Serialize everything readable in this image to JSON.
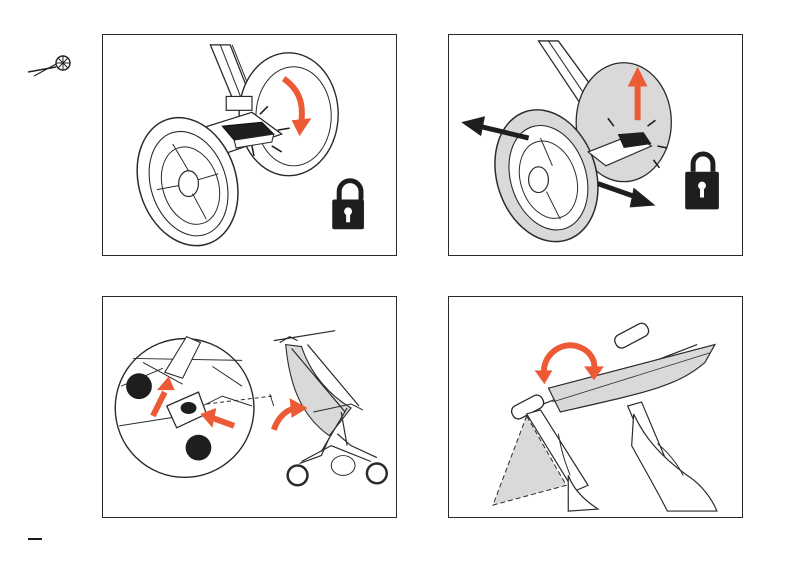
{
  "page": {
    "panels": [
      {
        "id": "brake-engage",
        "symbol": "lock-icon"
      },
      {
        "id": "brake-release",
        "symbol": "lock-icon"
      },
      {
        "id": "canopy-attach",
        "symbol": "arrow-icon"
      },
      {
        "id": "canopy-fold",
        "symbol": "rotate-arrow-icon"
      }
    ],
    "colors": {
      "arrow": "#ec5a36",
      "line": "#2a2a2a",
      "fill": "#d9d9d9",
      "dark": "#1e1e1e"
    }
  }
}
